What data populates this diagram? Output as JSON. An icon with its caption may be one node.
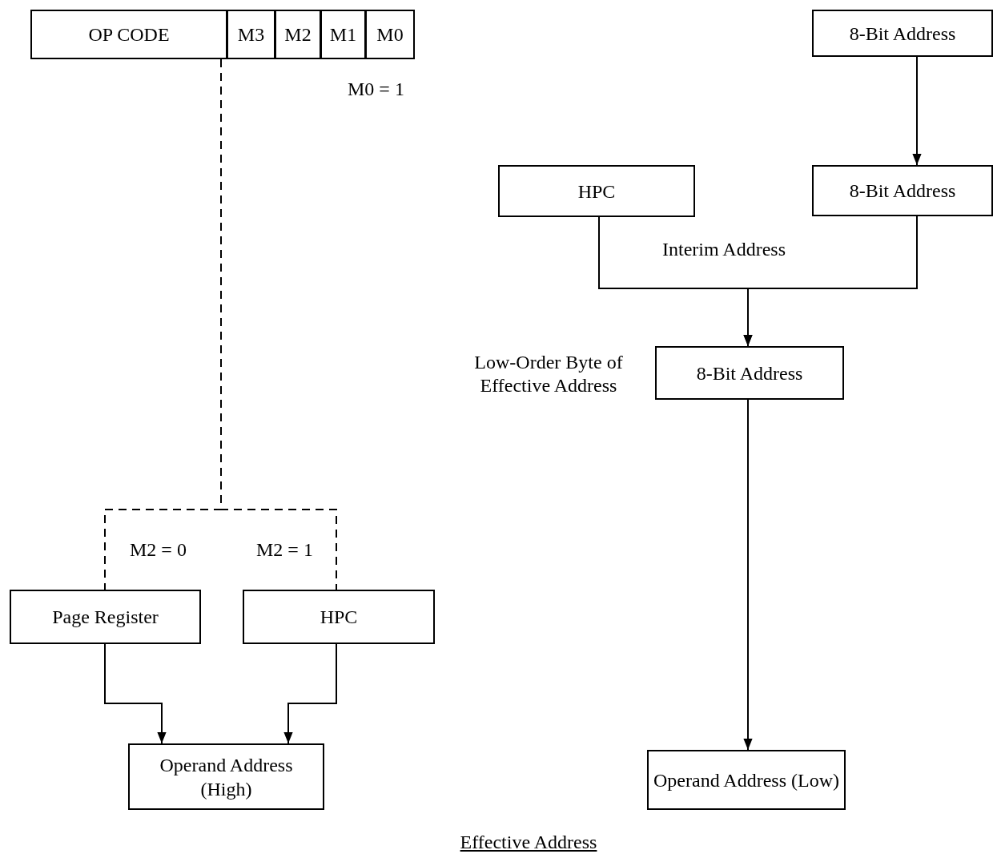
{
  "diagram": {
    "caption": "Effective Address",
    "nodes": [
      {
        "text": [
          "OP CODE"
        ]
      },
      {
        "text": [
          "M3"
        ]
      },
      {
        "text": [
          "M2"
        ]
      },
      {
        "text": [
          "M1"
        ]
      },
      {
        "text": [
          "M0"
        ]
      },
      {
        "text": [
          "8-Bit Address"
        ]
      },
      {
        "text": [
          "HPC"
        ]
      },
      {
        "text": [
          "8-Bit Address"
        ]
      },
      {
        "text": [
          "8-Bit Address"
        ],
        "beside": [
          "Low-Order Byte of Effective Address"
        ]
      },
      {
        "text": [
          "Page Register"
        ]
      },
      {
        "text": [
          "HPC"
        ]
      },
      {
        "text": [
          "Operand Address (High)"
        ]
      },
      {
        "text": [
          "Operand Address (Low)"
        ]
      }
    ],
    "edges": [
      {
        "from": 0,
        "to": 9,
        "arrow": "none",
        "style": "dashed",
        "label": "M2 = 0"
      },
      {
        "from": 0,
        "to": 10,
        "arrow": "none",
        "style": "dashed",
        "label": "M2 = 1"
      },
      {
        "from": 5,
        "to": 7,
        "arrow": "to"
      },
      {
        "from": 6,
        "to": 8,
        "arrow": "to"
      },
      {
        "from": 7,
        "to": 8,
        "arrow": "to"
      },
      {
        "from": 9,
        "to": 11,
        "arrow": "to"
      },
      {
        "from": 10,
        "to": 11,
        "arrow": "to"
      },
      {
        "from": 8,
        "to": 12,
        "arrow": "to"
      }
    ],
    "labels": [
      "M0 = 1",
      "Interim Address"
    ]
  }
}
